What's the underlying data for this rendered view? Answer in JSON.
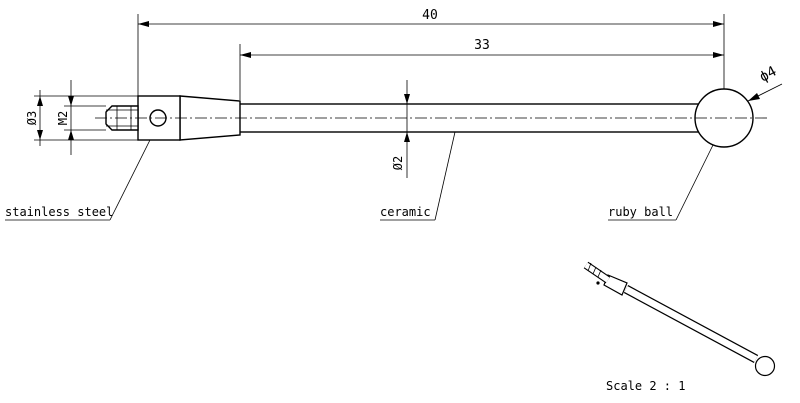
{
  "dimensions": {
    "overall_length": "40",
    "stem_length": "33",
    "thread_diameter": "Ø3",
    "thread_size": "M2",
    "stem_diameter": "Ø2",
    "ball_diameter": "ϕ4"
  },
  "labels": {
    "body_material": "stainless steel",
    "stem_material": "ceramic",
    "tip_material": "ruby ball"
  },
  "scale_text": "Scale 2 : 1"
}
